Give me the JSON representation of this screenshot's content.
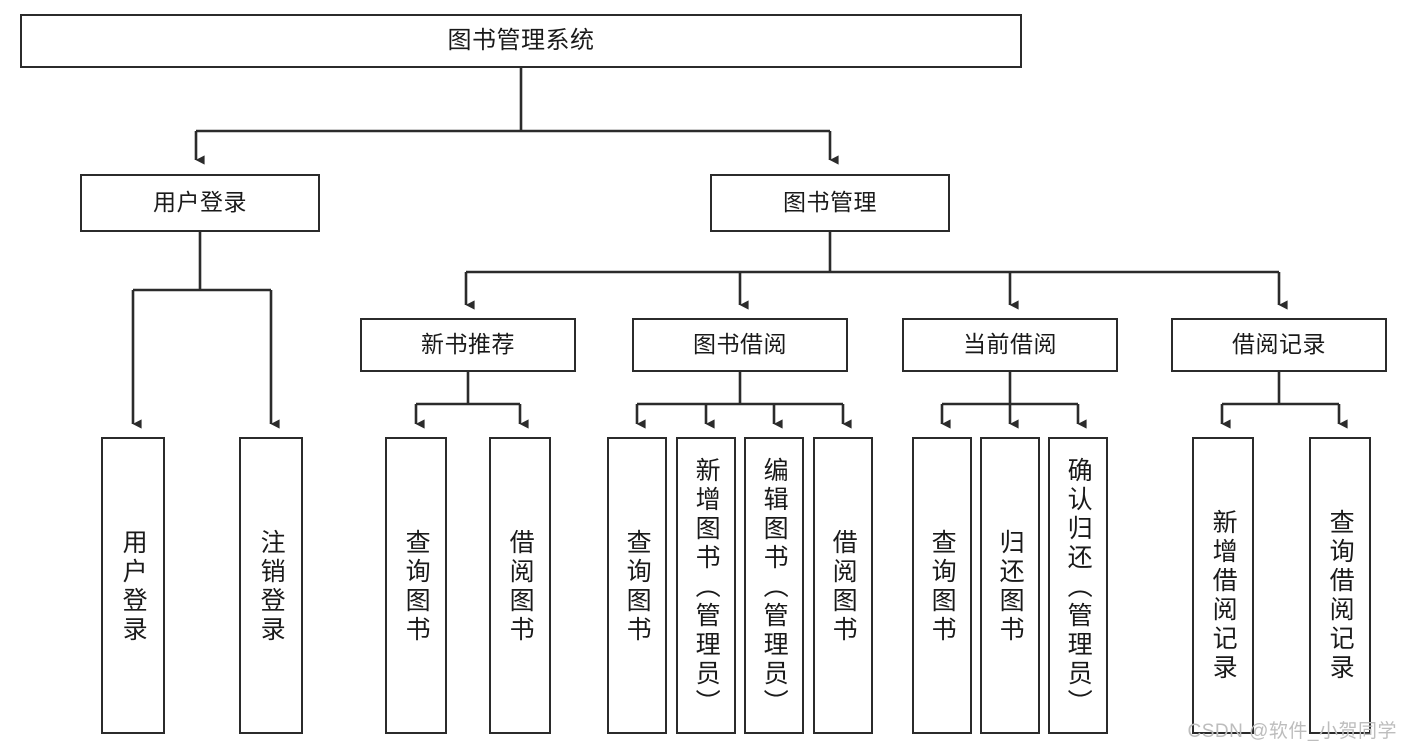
{
  "diagram": {
    "type": "tree",
    "title": "图书管理系统",
    "orientation": "top-down",
    "levels": 4
  },
  "nodes": {
    "root": {
      "label": "图书管理系统"
    },
    "level2": [
      {
        "id": "user-login",
        "label": "用户登录"
      },
      {
        "id": "book-manage",
        "label": "图书管理"
      }
    ],
    "level3": [
      {
        "id": "new-book-rec",
        "label": "新书推荐"
      },
      {
        "id": "book-borrow",
        "label": "图书借阅"
      },
      {
        "id": "current-borrow",
        "label": "当前借阅"
      },
      {
        "id": "borrow-record",
        "label": "借阅记录"
      }
    ],
    "leaves": {
      "user_login": [
        {
          "id": "leaf-user-login",
          "label": "用户登录"
        },
        {
          "id": "leaf-user-logout",
          "label": "注销登录"
        }
      ],
      "new_book_rec": [
        {
          "id": "leaf-query-book-1",
          "label": "查询图书"
        },
        {
          "id": "leaf-borrow-book-1",
          "label": "借阅图书"
        }
      ],
      "book_borrow": [
        {
          "id": "leaf-query-book-2",
          "label": "查询图书"
        },
        {
          "id": "leaf-add-book",
          "label": "新增图书（管理员）"
        },
        {
          "id": "leaf-edit-book",
          "label": "编辑图书（管理员）"
        },
        {
          "id": "leaf-borrow-book-2",
          "label": "借阅图书"
        }
      ],
      "current_borrow": [
        {
          "id": "leaf-query-book-3",
          "label": "查询图书"
        },
        {
          "id": "leaf-return-book",
          "label": "归还图书"
        },
        {
          "id": "leaf-confirm-return",
          "label": "确认归还（管理员）"
        }
      ],
      "borrow_record": [
        {
          "id": "leaf-add-record",
          "label": "新增借阅记录"
        },
        {
          "id": "leaf-query-record",
          "label": "查询借阅记录"
        }
      ]
    }
  },
  "colors": {
    "stroke": "#2b2b2b",
    "fill": "#ffffff",
    "text": "#1a1a1a",
    "watermark": "#bdbdbd"
  },
  "watermark": {
    "text": "CSDN @软件_小贺同学"
  }
}
